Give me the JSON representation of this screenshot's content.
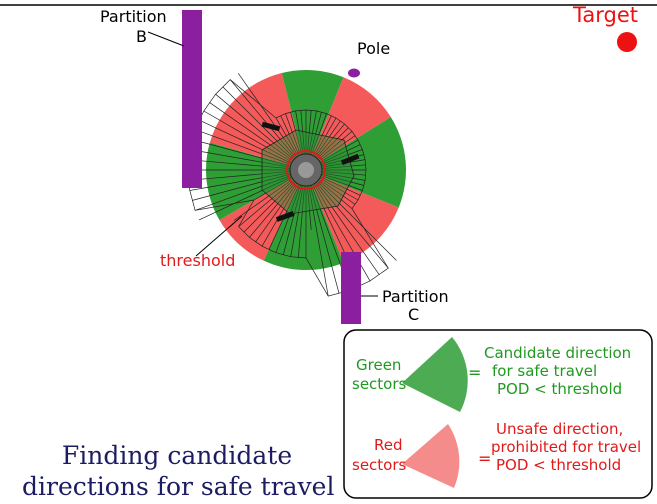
{
  "labels": {
    "partition_b": "Partition",
    "partition_b_letter": "B",
    "partition_c": "Partition",
    "partition_c_letter": "C",
    "pole": "Pole",
    "target": "Target",
    "threshold": "threshold"
  },
  "legend": {
    "green_label_line1": "Green",
    "green_label_line2": "sectors",
    "green_equals": "=",
    "green_desc_line1": "Candidate direction",
    "green_desc_line2": "for safe travel",
    "green_desc_line3": "POD < threshold",
    "red_label_line1": "Red",
    "red_label_line2": "sectors",
    "red_equals": "=",
    "red_desc_line1": "Unsafe direction,",
    "red_desc_line2": "prohibited for travel",
    "red_desc_line3": "POD < threshold"
  },
  "caption": {
    "line1": "Finding candidate",
    "line2": "directions for safe travel"
  },
  "colors": {
    "green_sector": "#2e9e35",
    "red_sector": "#f45a5a",
    "partition": "#8c1fa0",
    "target": "#ee1111",
    "green_text": "#1f9a1f",
    "red_text": "#e01a1a"
  },
  "sectors": [
    {
      "start": 0,
      "end": 22,
      "color": "green"
    },
    {
      "start": 22,
      "end": 58,
      "color": "red"
    },
    {
      "start": 58,
      "end": 112,
      "color": "green"
    },
    {
      "start": 112,
      "end": 158,
      "color": "red"
    },
    {
      "start": 158,
      "end": 205,
      "color": "green"
    },
    {
      "start": 205,
      "end": 240,
      "color": "red"
    },
    {
      "start": 240,
      "end": 286,
      "color": "green"
    },
    {
      "start": 286,
      "end": 346,
      "color": "red"
    },
    {
      "start": 346,
      "end": 360,
      "color": "green"
    }
  ]
}
